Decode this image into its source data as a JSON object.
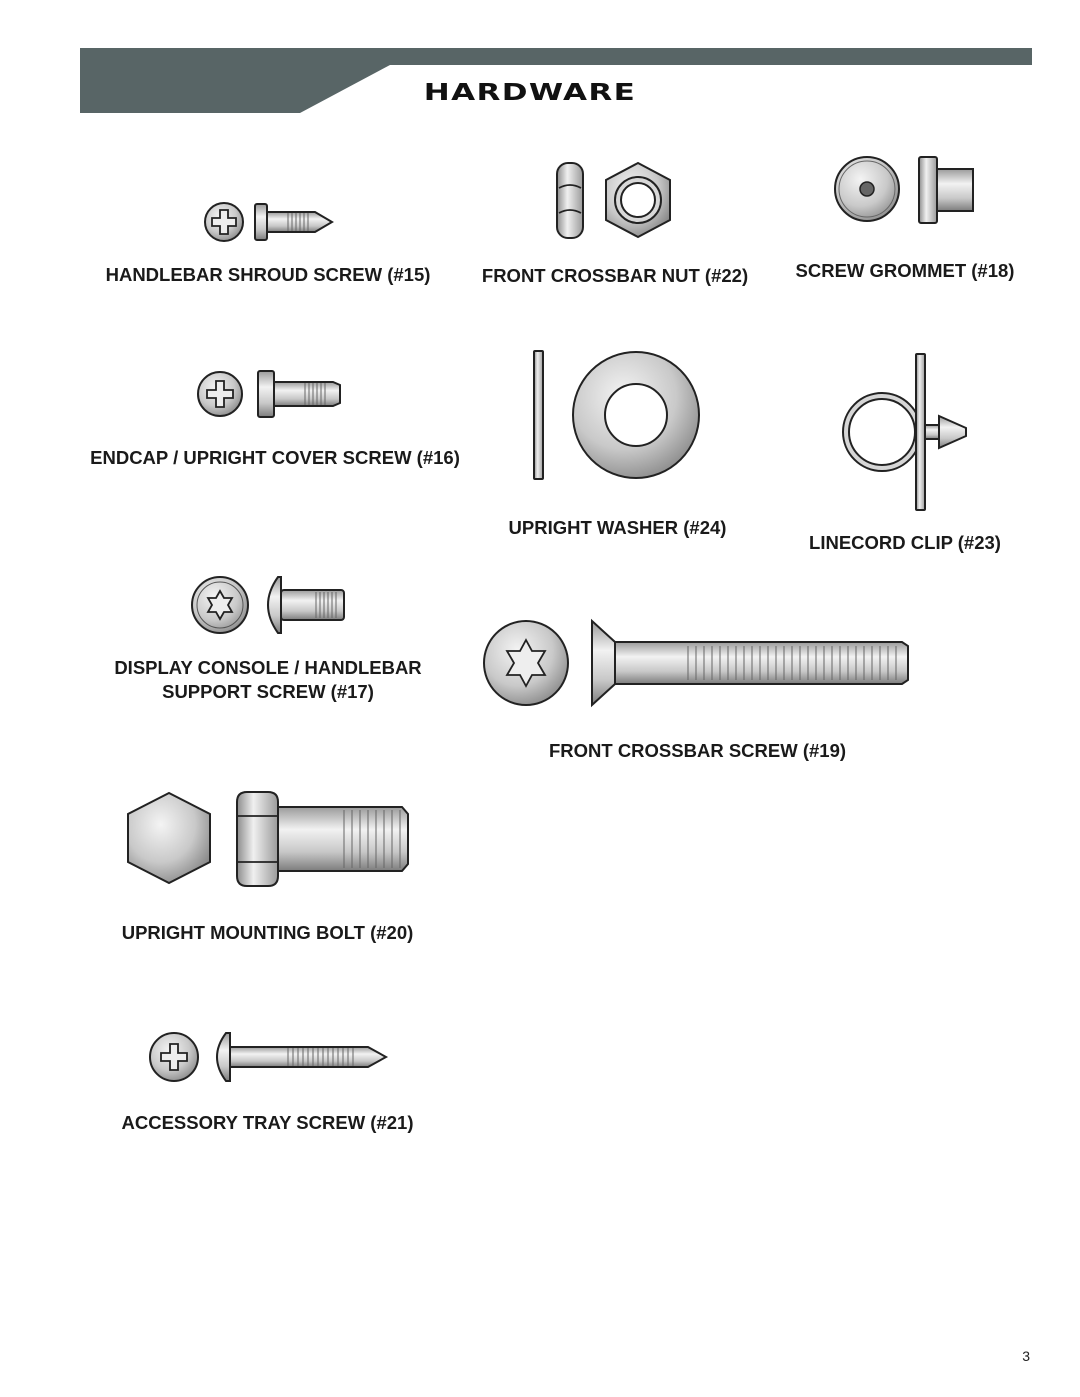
{
  "header": {
    "title": "HARDWARE",
    "band_color": "#586566"
  },
  "items": [
    {
      "label": "HANDLEBAR SHROUD SCREW (#15)",
      "icon": "phillips-pan-screw"
    },
    {
      "label": "FRONT CROSSBAR NUT (#22)",
      "icon": "hex-nut"
    },
    {
      "label": "SCREW GROMMET (#18)",
      "icon": "grommet"
    },
    {
      "label": "ENDCAP / UPRIGHT COVER SCREW (#16)",
      "icon": "phillips-screw"
    },
    {
      "label": "UPRIGHT WASHER (#24)",
      "icon": "flat-washer"
    },
    {
      "label": "LINECORD CLIP (#23)",
      "icon": "linecord-clip"
    },
    {
      "label_line1": "DISPLAY CONSOLE / HANDLEBAR",
      "label_line2": "SUPPORT SCREW (#17)",
      "icon": "torx-button-screw"
    },
    {
      "label": "FRONT CROSSBAR SCREW (#19)",
      "icon": "torx-flat-screw"
    },
    {
      "label": "UPRIGHT MOUNTING BOLT (#20)",
      "icon": "hex-bolt"
    },
    {
      "label": "ACCESSORY TRAY SCREW (#21)",
      "icon": "phillips-truss-screw"
    }
  ],
  "page_number": "3"
}
